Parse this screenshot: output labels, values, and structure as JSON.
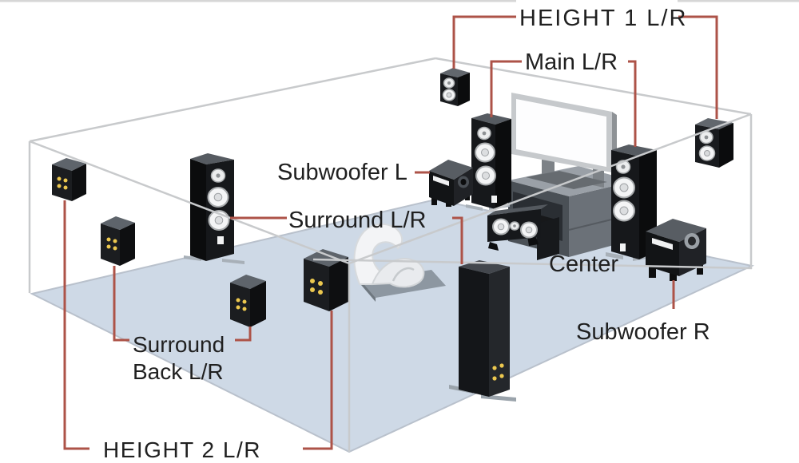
{
  "diagram": {
    "type": "speaker-placement-layout",
    "labels": {
      "height1": "HEIGHT 1 L/R",
      "main": "Main L/R",
      "subwoofer_l": "Subwoofer L",
      "surround": "Surround L/R",
      "center": "Center",
      "subwoofer_r": "Subwoofer R",
      "surround_back_line1": "Surround",
      "surround_back_line2": "Back L/R",
      "height2": "HEIGHT 2 L/R"
    },
    "speakers": [
      "Height 1 Left",
      "Height 1 Right",
      "Main Left",
      "Main Right",
      "Center",
      "Subwoofer L",
      "Subwoofer R",
      "Surround Left",
      "Surround Right",
      "Surround Back Left",
      "Surround Back Right",
      "Height 2 Left",
      "Height 2 Right"
    ],
    "furniture": [
      "TV",
      "TV cabinet with AV receiver",
      "Lounge chair"
    ],
    "colors": {
      "leader_line": "#ad5348",
      "floor": "#ced9e6",
      "floor_edge": "#b9c1cc",
      "wireframe": "#c8cacc",
      "speaker_body": "#101214",
      "speaker_top": "#62676d",
      "driver_dot_yellow": "#ecc84f",
      "label_text": "#202020",
      "background": "#ffffff"
    }
  }
}
